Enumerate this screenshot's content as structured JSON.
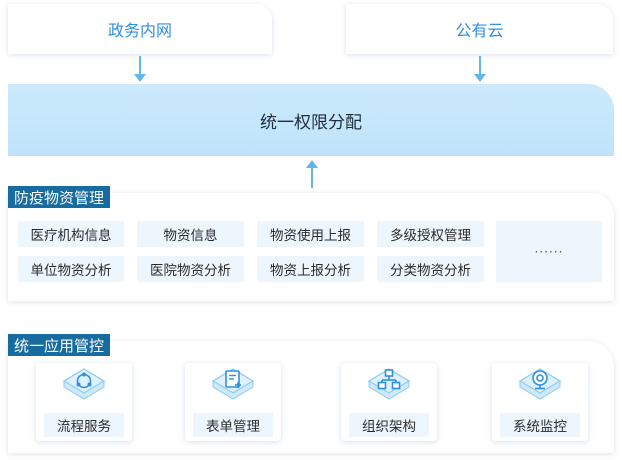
{
  "sources": {
    "gov_network": "政务内网",
    "public_cloud": "公有云"
  },
  "authorization": {
    "label": "统一权限分配"
  },
  "epidemic": {
    "title": "防疫物资管理",
    "items": [
      "医疗机构信息",
      "物资信息",
      "物资使用上报",
      "多级授权管理",
      "单位物资分析",
      "医院物资分析",
      "物资上报分析",
      "分类物资分析"
    ],
    "more": "······"
  },
  "application": {
    "title": "统一应用管控",
    "items": [
      {
        "label": "流程服务",
        "icon": "flow-icon"
      },
      {
        "label": "表单管理",
        "icon": "form-icon"
      },
      {
        "label": "组织架构",
        "icon": "org-chart-icon"
      },
      {
        "label": "系统监控",
        "icon": "monitor-icon"
      }
    ]
  },
  "colors": {
    "accent": "#2f8fe6",
    "title_bg": "#176b9e",
    "auth_bg": "#c6e7fb",
    "chip_bg": "#eef6fd",
    "arrow": "#5fb8ea"
  }
}
